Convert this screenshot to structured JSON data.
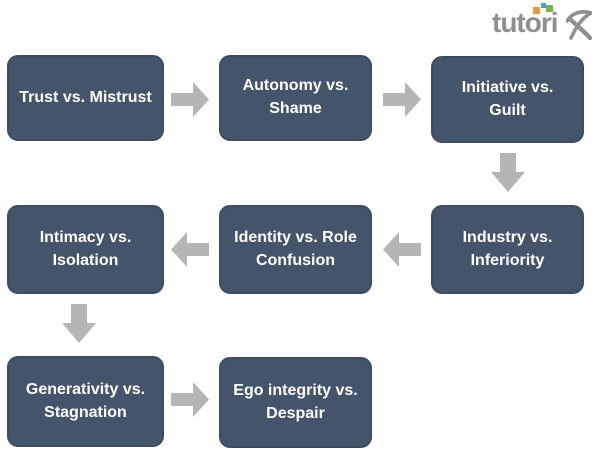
{
  "logo": {
    "brand_text": "tutori",
    "brand_x": "x",
    "text_color": "#8F8F8F",
    "dots": [
      {
        "name": "orange-square-dot",
        "color": "#E79A3C"
      },
      {
        "name": "blue-square-dot",
        "color": "#4B9CD3"
      },
      {
        "name": "green-square-dot",
        "color": "#77B443"
      }
    ]
  },
  "diagram": {
    "type": "process-flow",
    "stages": [
      {
        "label": "Trust vs. Mistrust"
      },
      {
        "label": "Autonomy vs.\nShame"
      },
      {
        "label": "Initiative vs.\nGuilt"
      },
      {
        "label": "Industry vs.\nInferiority"
      },
      {
        "label": "Identity vs. Role\nConfusion"
      },
      {
        "label": "Intimacy vs.\nIsolation"
      },
      {
        "label": "Generativity vs.\nStagnation"
      },
      {
        "label": "Ego integrity vs.\nDespair"
      }
    ],
    "arrows": [
      {
        "direction": "right",
        "from": "Trust vs. Mistrust",
        "to": "Autonomy vs. Shame"
      },
      {
        "direction": "right",
        "from": "Autonomy vs. Shame",
        "to": "Initiative vs. Guilt"
      },
      {
        "direction": "down",
        "from": "Initiative vs. Guilt",
        "to": "Industry vs. Inferiority"
      },
      {
        "direction": "left",
        "from": "Industry vs. Inferiority",
        "to": "Identity vs. Role Confusion"
      },
      {
        "direction": "left",
        "from": "Identity vs. Role Confusion",
        "to": "Intimacy vs. Isolation"
      },
      {
        "direction": "down",
        "from": "Intimacy vs. Isolation",
        "to": "Generativity vs. Stagnation"
      },
      {
        "direction": "right",
        "from": "Generativity vs. Stagnation",
        "to": "Ego integrity vs. Despair"
      }
    ],
    "colors": {
      "box_fill": "#44546A",
      "box_border": "#3D4C61",
      "box_text": "#FFFFFF",
      "arrow_fill": "#B5B5B5",
      "background": "#FFFFFF"
    }
  }
}
